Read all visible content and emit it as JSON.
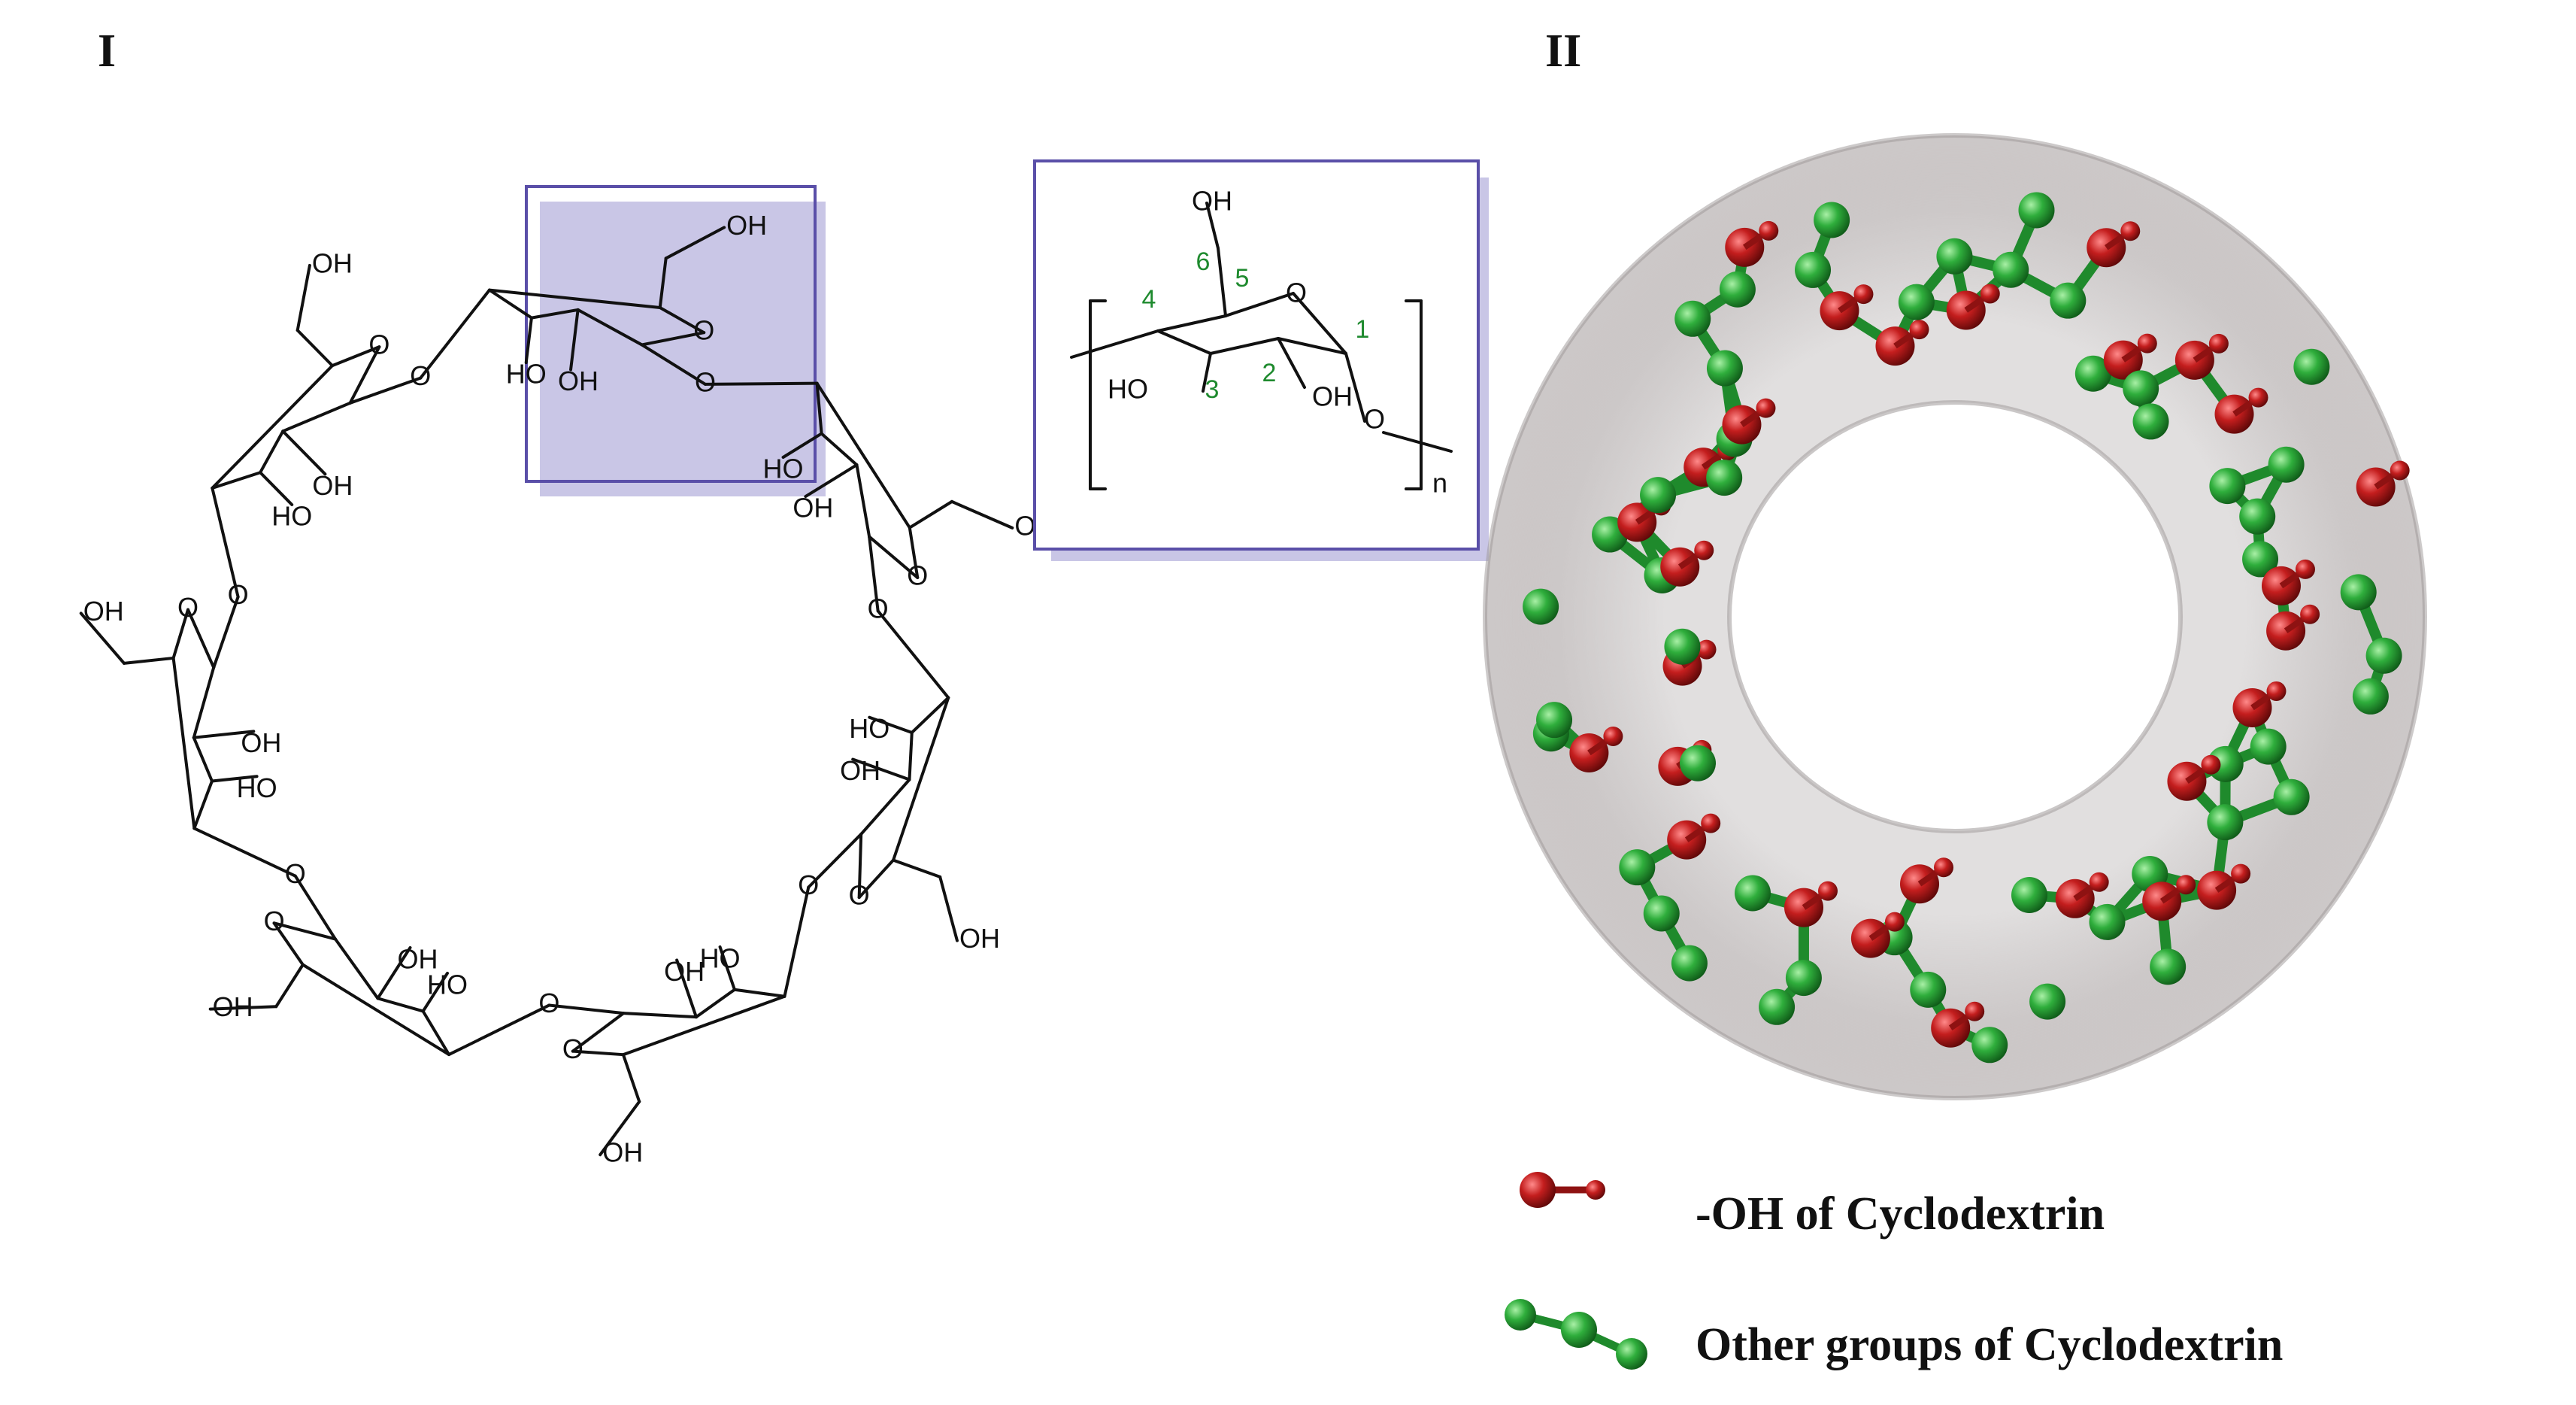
{
  "panels": {
    "left_label": "I",
    "right_label": "II"
  },
  "structure": {
    "hydroxyl": "OH",
    "hydroxyl_left": "HO",
    "ring_oxygen": "O",
    "repeat_subscript": "n",
    "carbon_numbers": [
      "1",
      "2",
      "3",
      "4",
      "5",
      "6"
    ]
  },
  "legend": {
    "items": [
      {
        "label": "-OH of Cyclodextrin",
        "color": "#b01818"
      },
      {
        "label": "Other groups of Cyclodextrin",
        "color": "#2aa63a"
      }
    ]
  },
  "colors": {
    "box_border": "#5a4fa8",
    "box_shadow": "#c9c6e6",
    "carbon_number": "#1e8a2e",
    "oh_atom": "#b01818",
    "other_atom": "#2aa63a",
    "surface": "#b9b4b4"
  }
}
